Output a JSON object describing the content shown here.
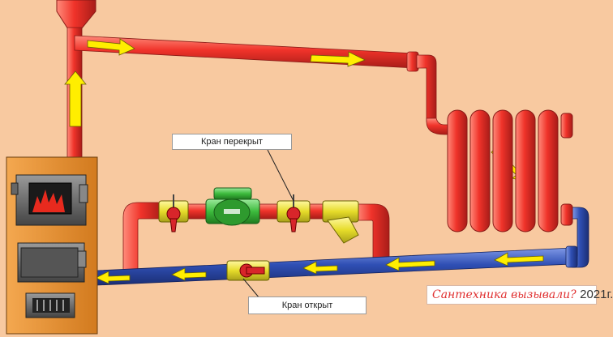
{
  "labels": {
    "valve_closed": "Кран перекрыт",
    "valve_open": "Кран открыт"
  },
  "watermark": {
    "text": "Сантехника вызывали?",
    "year": "2021г."
  },
  "colors": {
    "background": "#f8c9a0",
    "hot_pipe": "#f0332a",
    "cold_pipe": "#2f4fb4",
    "flow_arrow": "#ffee00",
    "boiler": "#e08a2a",
    "pump": "#3dbb3d",
    "valve_body": "#e6dc2a",
    "valve_handle": "#d8252a"
  },
  "icons": [
    "flow-arrow-icon",
    "fire-icon",
    "pump-icon",
    "ball-valve-icon",
    "strainer-icon",
    "radiator-icon"
  ]
}
